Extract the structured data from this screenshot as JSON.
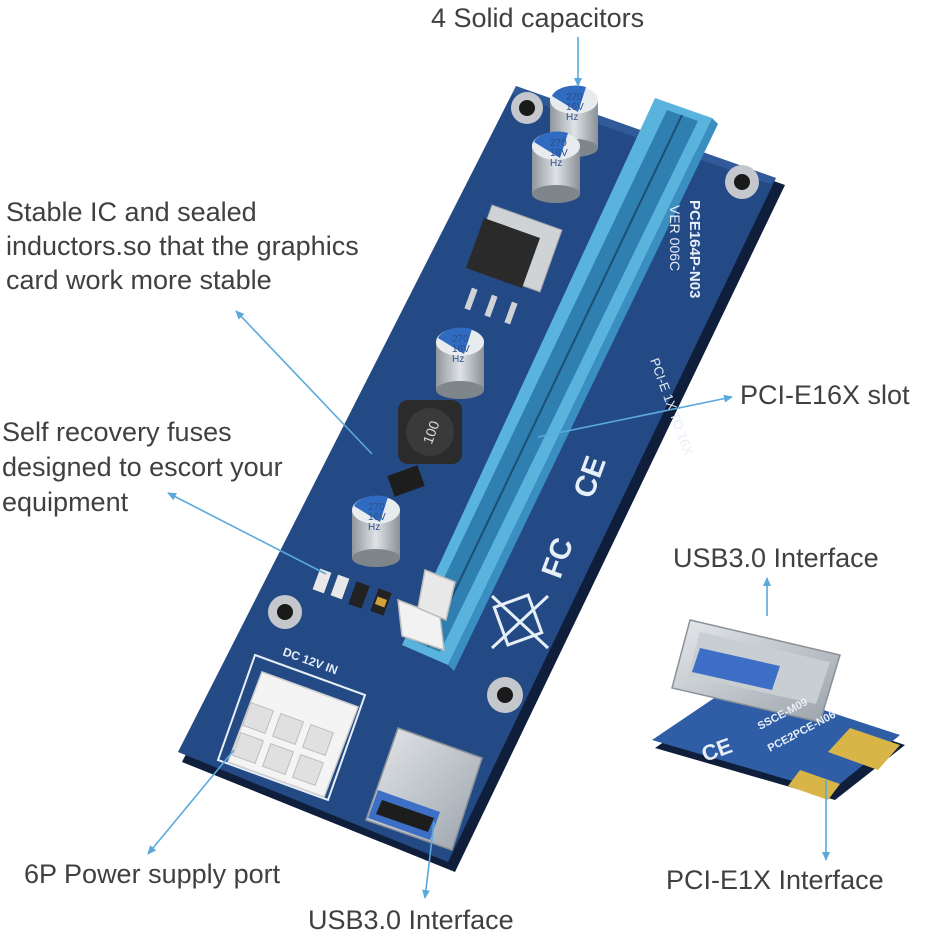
{
  "labels": {
    "capacitors": "4 Solid capacitors",
    "ic_line1": "Stable IC and sealed",
    "ic_line2": "inductors.so that the graphics",
    "ic_line3": "card work more stable",
    "fuse_line1": "Self recovery fuses",
    "fuse_line2": "designed to escort your",
    "fuse_line3": "equipment",
    "pcie16": "PCI-E16X slot",
    "usb_small": "USB3.0 Interface",
    "power": "6P Power supply port",
    "usb_bottom": "USB3.0 Interface",
    "pcie1": "PCI-E1X Interface"
  },
  "board_text": {
    "model": "PCE164P-N03",
    "version": "VER 006C",
    "slot_text": "PCI-E 1X TO 16X",
    "ce": "CE",
    "fc": "FC",
    "capacitor": "270",
    "voltage": "16V",
    "hz": "Hz",
    "inductor": "100",
    "power_header": "DC 12V IN",
    "small_model1": "PCE2PCE-N06",
    "small_model2": "SSCE-M09",
    "small_ce": "CE"
  },
  "colors": {
    "board": "#244a86",
    "slot": "#5ab3dd",
    "arrow": "#5aa9dc",
    "text": "#404040"
  }
}
